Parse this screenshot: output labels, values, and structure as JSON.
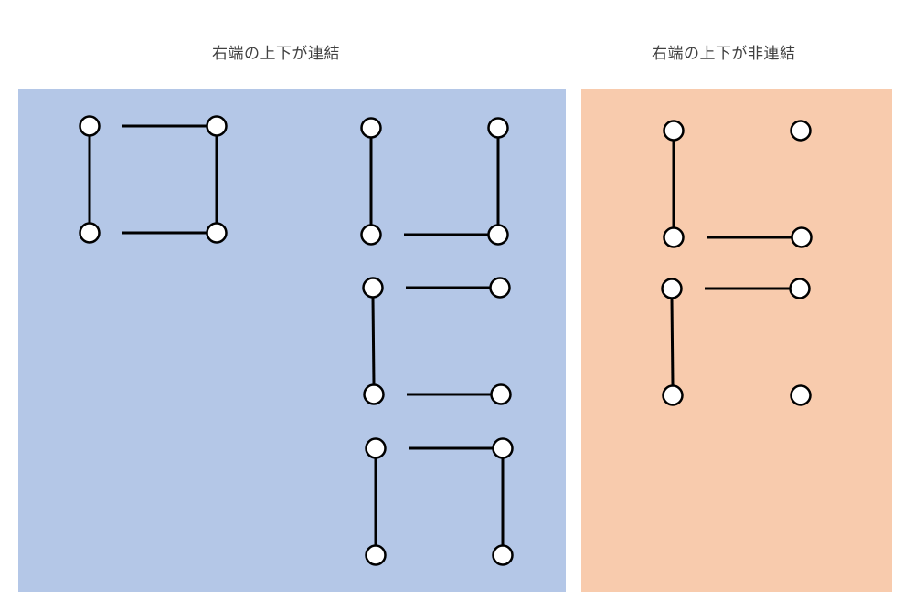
{
  "titles": {
    "connected": "右端の上下が連結",
    "disconnected": "右端の上下が非連結"
  },
  "colors": {
    "connected_panel": "#b4c7e7",
    "disconnected_panel": "#f8cbad",
    "stroke": "#000000",
    "node_fill": "#ffffff"
  },
  "figures": [
    {
      "group": "connected",
      "name": "square",
      "edges": [
        "left",
        "top",
        "right",
        "bottom"
      ]
    },
    {
      "group": "connected",
      "name": "cup",
      "edges": [
        "left",
        "right",
        "bottom"
      ]
    },
    {
      "group": "connected",
      "name": "split-e",
      "edges": [
        "left",
        "top",
        "bottom"
      ]
    },
    {
      "group": "connected",
      "name": "arch",
      "edges": [
        "left",
        "top",
        "right"
      ]
    },
    {
      "group": "disconnected",
      "name": "left-bottom",
      "edges": [
        "left",
        "bottom"
      ]
    },
    {
      "group": "disconnected",
      "name": "left-top",
      "edges": [
        "left",
        "top"
      ]
    }
  ]
}
